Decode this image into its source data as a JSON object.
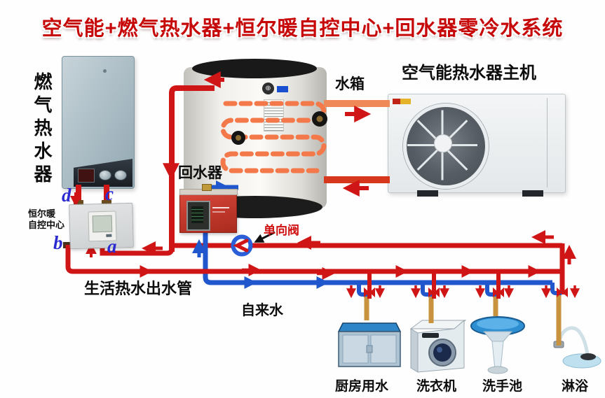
{
  "title": "空气能+燃气热水器+恒尔暖自控中心+回水器零冷水系统",
  "devices": {
    "gas_heater_label": "燃气热水器",
    "tank_label": "水箱",
    "heat_pump_label": "空气能热水器主机",
    "return_device_label": "回水器",
    "control_center_line1": "恒尔暖",
    "control_center_line2": "自控中心"
  },
  "pipes": {
    "check_valve_label": "单向阀",
    "hot_outlet_label": "生活热水出水管",
    "tap_water_label": "自来水"
  },
  "ports": {
    "a": "a",
    "b": "b",
    "c": "c",
    "d": "d"
  },
  "fixtures": [
    {
      "label": "厨房用水"
    },
    {
      "label": "洗衣机"
    },
    {
      "label": "洗手池"
    },
    {
      "label": "淋浴"
    }
  ],
  "colors": {
    "title_red": "#c60808",
    "hot_pipe": "#cf1515",
    "cold_pipe": "#2057cc",
    "coil_orange": "#f4794a",
    "hp_supply": "#ef8a58",
    "hp_return": "#d5381c",
    "valve_ring": "#2a5fd8",
    "brass": "#c8923f"
  }
}
